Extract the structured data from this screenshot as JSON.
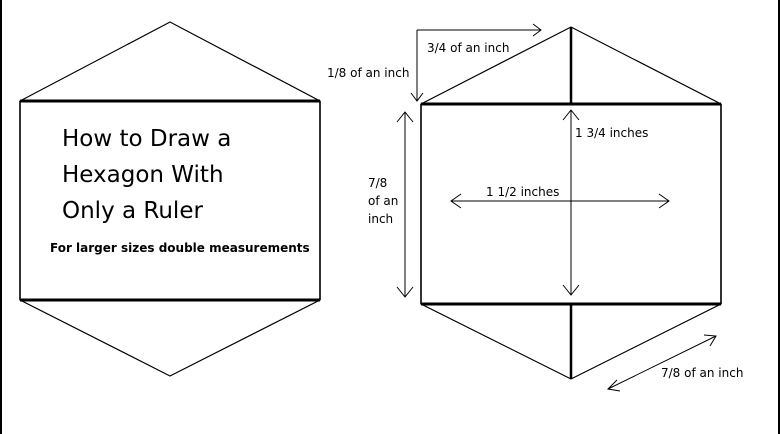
{
  "title_lines": [
    "How to Draw a",
    "Hexagon With",
    "Only a Ruler"
  ],
  "note": "For larger sizes double measurements",
  "labels": {
    "three_quarter": "3/4 of an inch",
    "one_eighth": "1/8 of an inch",
    "one_three_quarter": "1 3/4 inches",
    "seven_eighth_left": [
      "7/8",
      "of an",
      "inch"
    ],
    "one_half": "1 1/2 inches",
    "seven_eighth_bottom": "7/8 of an inch"
  },
  "colors": {
    "ink": "#000000",
    "background": "#ffffff"
  }
}
